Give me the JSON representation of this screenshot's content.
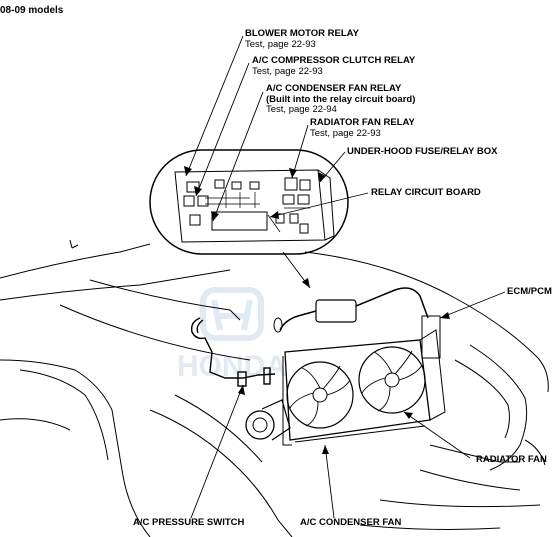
{
  "header": {
    "models": "08-09 models"
  },
  "callouts": {
    "blower_motor_relay": {
      "name": "BLOWER MOTOR RELAY",
      "ref": "Test, page 22-93"
    },
    "ac_compressor_clutch_relay": {
      "name": "A/C COMPRESSOR CLUTCH RELAY",
      "ref": "Test, page 22-93"
    },
    "ac_condenser_fan_relay": {
      "name": "A/C CONDENSER FAN RELAY",
      "note": "(Built into the relay circuit board)",
      "ref": "Test, page 22-94"
    },
    "radiator_fan_relay": {
      "name": "RADIATOR FAN RELAY",
      "ref": "Test, page 22-93"
    },
    "fuse_box": {
      "name": "UNDER-HOOD FUSE/RELAY BOX"
    },
    "relay_circuit_board": {
      "name": "RELAY CIRCUIT BOARD"
    },
    "ecm_pcm": {
      "name": "ECM/PCM"
    },
    "radiator_fan": {
      "name": "RADIATOR FAN"
    },
    "ac_pressure_switch": {
      "name": "A/C PRESSURE SWITCH"
    },
    "ac_condenser_fan": {
      "name": "A/C CONDENSER FAN"
    }
  },
  "watermark": {
    "text": "HONDA"
  },
  "colors": {
    "line": "#000000",
    "watermark": "#c9d9ea",
    "background": "#ffffff"
  }
}
